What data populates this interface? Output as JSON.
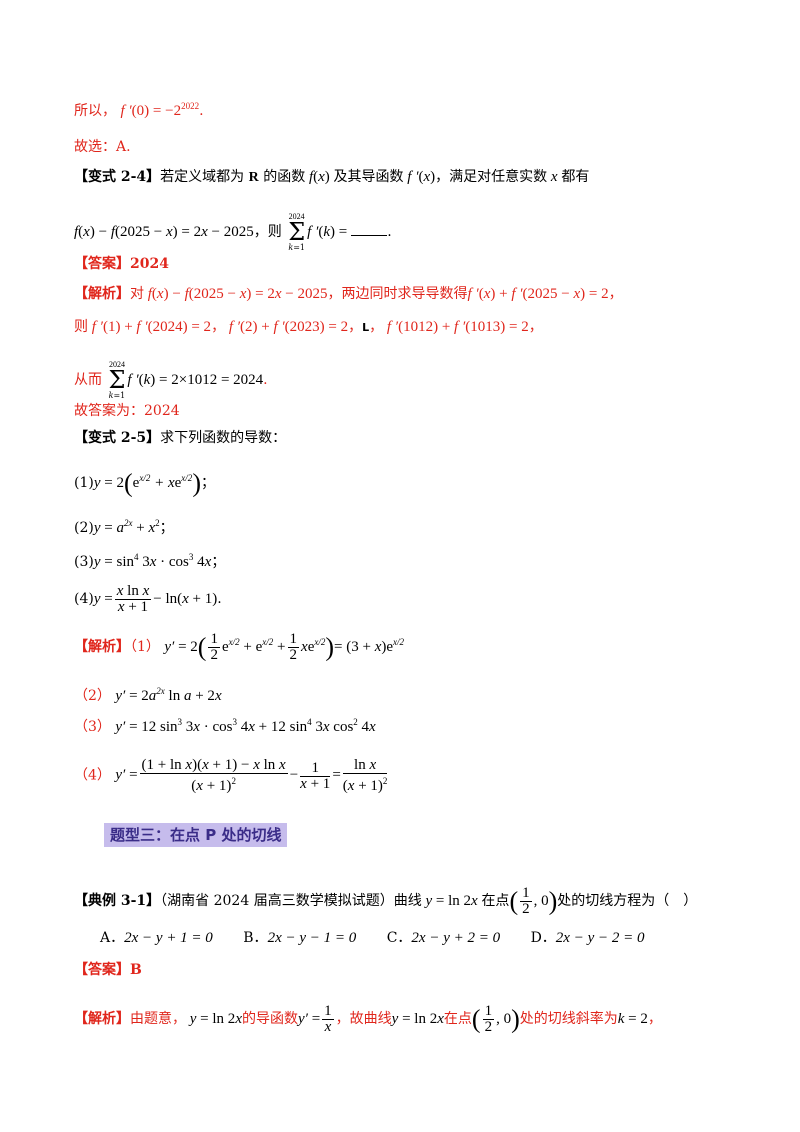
{
  "l1": {
    "prefix": "所以，"
  },
  "l2": {
    "text": "故选：A."
  },
  "v24": {
    "tag": "【变式 2-4】",
    "t1": "若定义域都为",
    "t2": "的函数",
    "t3": "及其导函数",
    "t4": "，满足对任意实数",
    "t5": "都有",
    "t6": "，则",
    "t7": "."
  },
  "a24": {
    "tag": "【答案】",
    "value": "2024"
  },
  "j24": {
    "tag": "【解析】",
    "t1": "对",
    "t2": "，两边同时求导导数得",
    "t3": "，",
    "t4": "则",
    "t5": "，",
    "t6": "，",
    "t7": "，",
    "t8": "，",
    "t9": "从而",
    "t10": "."
  },
  "ans24": {
    "text": "故答案为：2024"
  },
  "v25": {
    "tag": "【变式 2-5】",
    "text": "求下列函数的导数："
  },
  "items": [
    "(1)",
    "(2)",
    "(3)",
    "(4)"
  ],
  "j25": {
    "tag": "【解析】",
    "n1": "（1）",
    "n2": "（2）",
    "n3": "（3）",
    "n4": "（4）"
  },
  "heading": "题型三：在点 P 处的切线",
  "e31": {
    "tag": "【典例 3-1】",
    "src": "（湖南省 2024 届高三数学模拟试题）曲线",
    "t2": "在点",
    "t3": "处的切线方程为（　）"
  },
  "options": [
    {
      "label": "A．",
      "text": "2x − y + 1 = 0"
    },
    {
      "label": "B．",
      "text": "2x − y − 1 = 0"
    },
    {
      "label": "C．",
      "text": "2x − y + 2 = 0"
    },
    {
      "label": "D．",
      "text": "2x − y − 2 = 0"
    }
  ],
  "a31": {
    "tag": "【答案】",
    "value": "B"
  },
  "j31": {
    "tag": "【解析】",
    "t1": "由题意，",
    "t2": "的导函数",
    "t3": "，故曲线",
    "t4": "在点",
    "t5": "处的切线斜率为",
    "t6": "，"
  }
}
